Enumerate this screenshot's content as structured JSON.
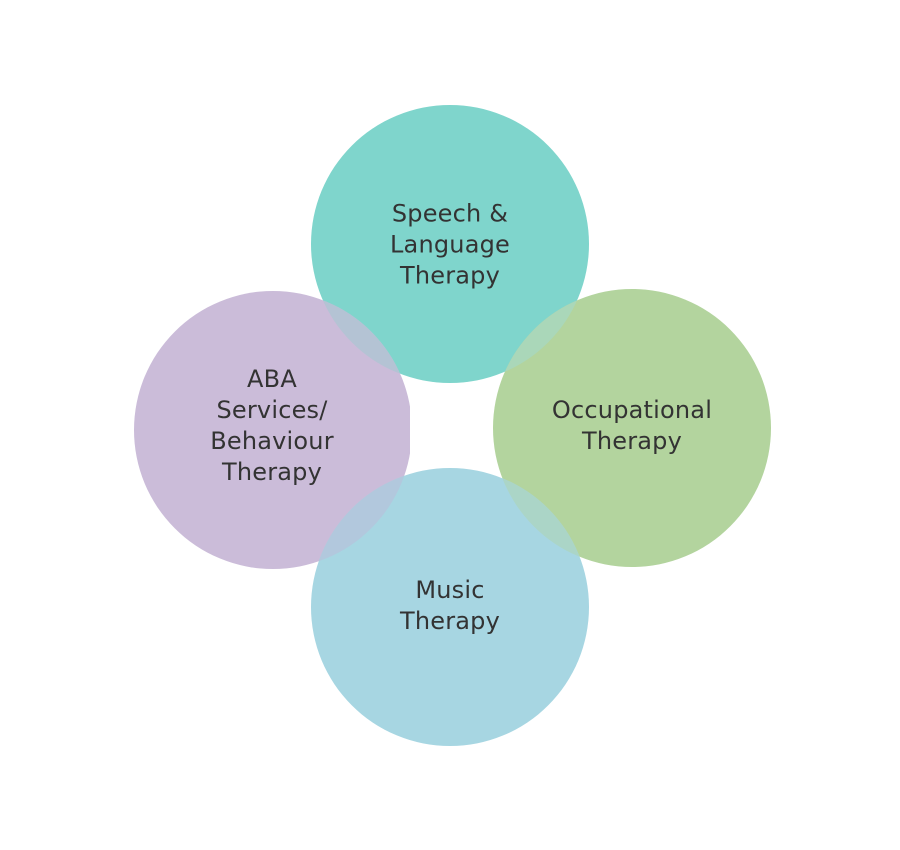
{
  "diagram": {
    "title": "",
    "background_color": "#ffffff",
    "text_color": "#333333",
    "center_square_color": "#ffffff",
    "circles": [
      {
        "id": "speech-language-therapy",
        "color": "#7FD5CC",
        "lines": [
          "Speech &",
          "Language",
          "Therapy"
        ]
      },
      {
        "id": "aba-behaviour-therapy",
        "color": "#CBBCD9",
        "lines": [
          "ABA",
          "Services/",
          "Behaviour",
          "Therapy"
        ]
      },
      {
        "id": "occupational-therapy",
        "color": "#B3D49E",
        "lines": [
          "Occupational",
          "Therapy"
        ]
      },
      {
        "id": "music-therapy",
        "color": "#A7D6E2",
        "lines": [
          "Music",
          "Therapy"
        ]
      }
    ],
    "overlaps": {
      "top_left": "#B4C3D4",
      "top_right": "#AAD7B9",
      "bottom_left": "#B2C8DD",
      "bottom_right": "#ABD5C7"
    }
  }
}
